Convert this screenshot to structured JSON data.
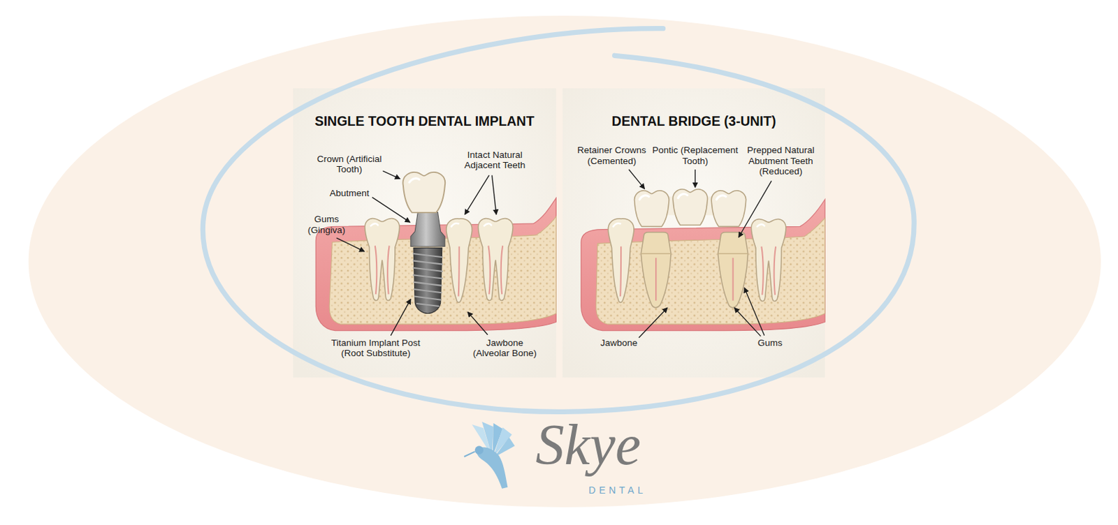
{
  "diagram": {
    "nodes": [
      {
        "text": [
          "SINGLE TOOTH DENTAL IMPLANT"
        ]
      },
      {
        "text": [
          "DENTAL BRIDGE (3-UNIT)"
        ]
      }
    ],
    "labels": [
      "Crown (Artificial Tooth)",
      "Abutment",
      "Gums (Gingiva)",
      "Intact Natural Adjacent Teeth",
      "Titanium Implant Post (Root Substitute)",
      "Jawbone (Alveolar Bone)",
      "Retainer Crowns (Cemented)",
      "Pontic (Replacement Tooth)",
      "Prepped Natural Abutment Teeth (Reduced)",
      "Jawbone",
      "Gums",
      "Skye",
      "DENTAL"
    ]
  }
}
